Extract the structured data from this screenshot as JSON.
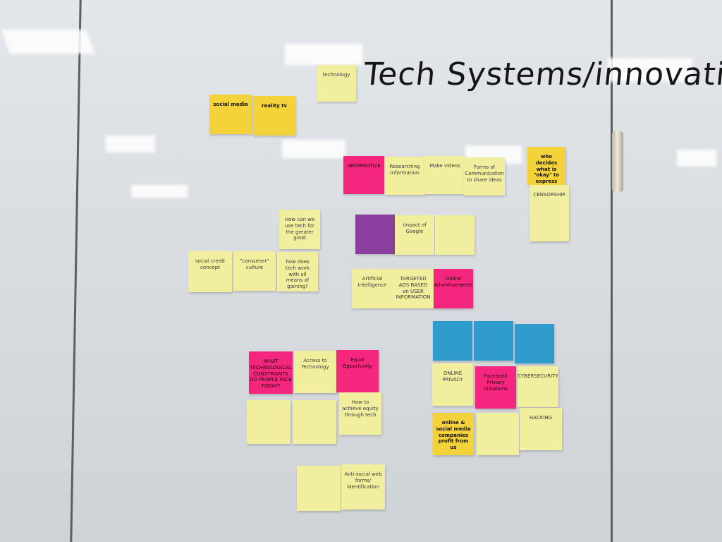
{
  "title": "Tech Systems/innovation",
  "notes": [
    {
      "id": "technology",
      "text": "technology"
    },
    {
      "id": "social-media",
      "text": "social media"
    },
    {
      "id": "reality-tv",
      "text": "reality tv"
    },
    {
      "id": "informative",
      "text": "INFORMATIVE"
    },
    {
      "id": "researching-information",
      "text": "Researching information"
    },
    {
      "id": "make-videos",
      "text": "Make videos"
    },
    {
      "id": "forms-of-communication",
      "text": "Forms of Communication to share ideas"
    },
    {
      "id": "who-decides",
      "text": "who decides what is \"okay\" to express online?"
    },
    {
      "id": "censorship",
      "text": "CENSORSHIP"
    },
    {
      "id": "impact-of-google",
      "text": "impact of Google"
    },
    {
      "id": "how-can-we-use-tech",
      "text": "How can we use tech for the greater good"
    },
    {
      "id": "social-credit",
      "text": "social credit concept"
    },
    {
      "id": "consumer-culture",
      "text": "\"consumer\" culture"
    },
    {
      "id": "how-does-tech-work",
      "text": "how does tech work with all means of gaining?"
    },
    {
      "id": "artificial-intelligence",
      "text": "Artificial Intelligence"
    },
    {
      "id": "targeted-ads",
      "text": "TARGETED ADS BASED on USER INFORMATION"
    },
    {
      "id": "online-advertisements",
      "text": "Online Advertisements"
    },
    {
      "id": "what-tech-constraints",
      "text": "WHAT TECHNOLOGICAL CONSTRAINTS DO PEOPLE FACE TODAY?"
    },
    {
      "id": "access-to-technology",
      "text": "Access to Technology"
    },
    {
      "id": "equal-opportunity",
      "text": "Equal Opportunity"
    },
    {
      "id": "how-to-achieve-equity",
      "text": "How to achieve equity through tech"
    },
    {
      "id": "online-privacy",
      "text": "ONLINE PRIVACY"
    },
    {
      "id": "facebook-privacy",
      "text": "Facebook Privacy Violations"
    },
    {
      "id": "cybersecurity",
      "text": "CYBERSECURITY"
    },
    {
      "id": "online-social-media-profit",
      "text": "online & social media companies profit from us"
    },
    {
      "id": "hacking",
      "text": "HACKING"
    },
    {
      "id": "anti-social-web",
      "text": "Anti-social web forms/ identification"
    }
  ]
}
